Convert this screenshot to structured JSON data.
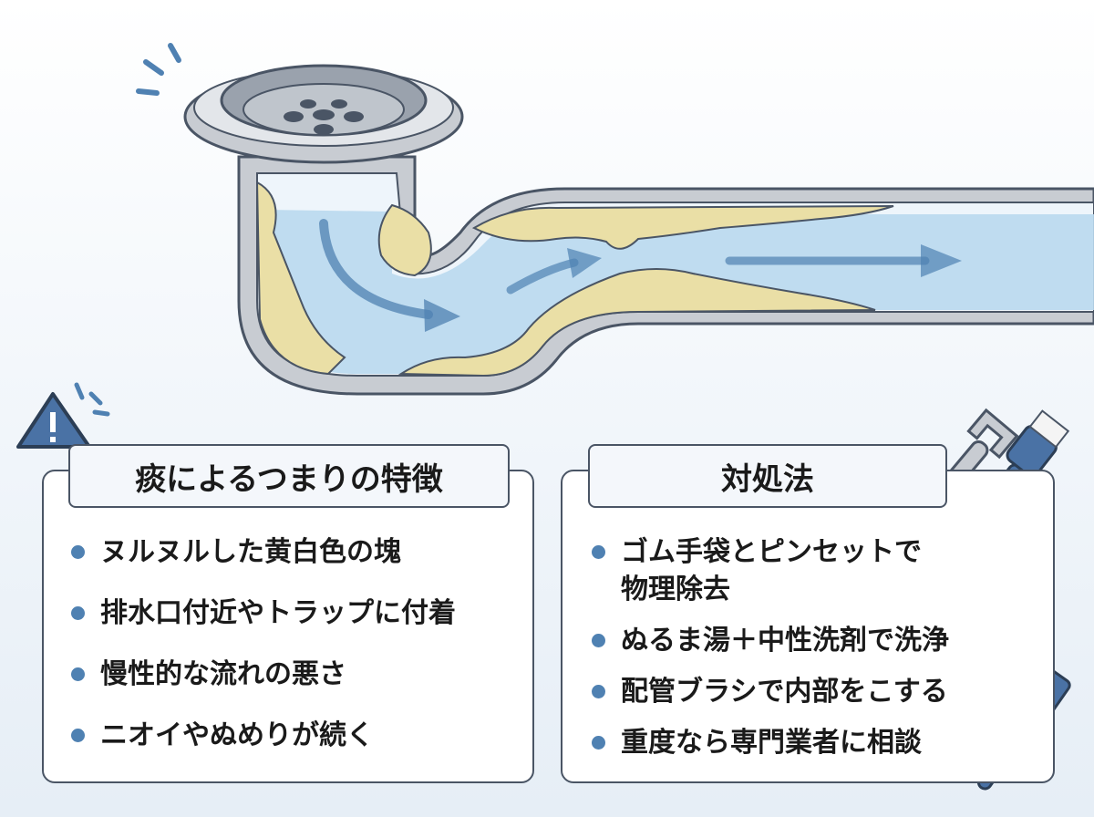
{
  "left_panel": {
    "title": "痰によるつまりの特徴",
    "items": [
      "ヌルヌルした黄白色の塊",
      "排水口付近やトラップに付着",
      "慢性的な流れの悪さ",
      "ニオイやぬめりが続く"
    ]
  },
  "right_panel": {
    "title": "対処法",
    "items": [
      [
        "ゴム手袋とピンセットで",
        "物理除去"
      ],
      [
        "ぬるま湯＋中性洗剤で洗浄"
      ],
      [
        "配管ブラシで内部をこする"
      ],
      [
        "重度なら専門業者に相談"
      ]
    ]
  },
  "icons": [
    "drain-strainer-icon",
    "warning-icon",
    "wrench-icon",
    "cleaning-brush-icon",
    "pipe-brush-icon"
  ],
  "colors": {
    "accent_blue": "#4f81b2",
    "water": "#b9d9ee",
    "buildup": "#eadfa6",
    "pipe_metal": "#c8ccd2",
    "outline": "#4a5565"
  }
}
